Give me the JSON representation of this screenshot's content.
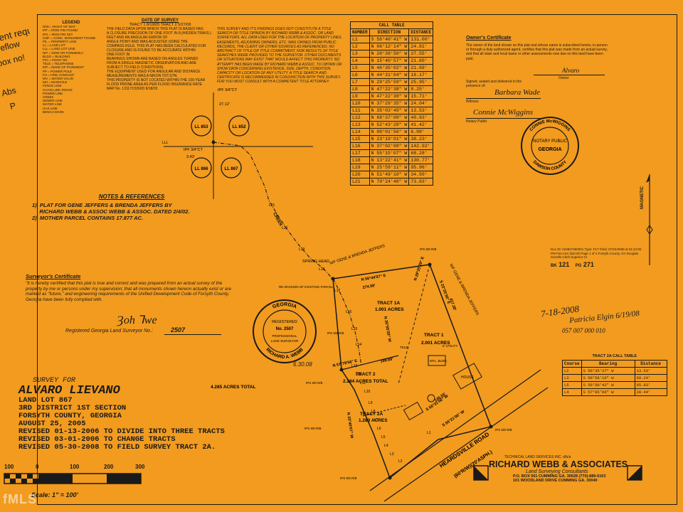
{
  "margin_text": {
    "left_top": "ent requ",
    "left_mid": "reflow",
    "left_box": "box no!",
    "left_abs": "Abs",
    "left_p": "P"
  },
  "legend": {
    "title": "LEGEND",
    "items": [
      "R/W = RIGHT OF WAY",
      "IPF = IRON PIN FOUND",
      "IPS = IRON PIN SET",
      "CMF = CONC. MONUMENT FOUND",
      "P/L = PROPERTY LINE",
      "LL = LAND LOT",
      "LLL = LAND LOT LINE",
      "N/F = NOW OR FORMERLY",
      "BLDG = BUILDING",
      "P/O = POINT ON",
      "TELE = TELEPHONE",
      "E/P = EDGE OF PAVEMENT",
      "PP = POWER POLE",
      "FH = FIRE HYDRANT",
      "WV = WATER VALVE",
      "MH = MANHOLE",
      "FENCE LINE",
      "CHAIN LINK FENCE",
      "POWER LINE",
      "CREEK",
      "SEWER LINE",
      "WATER LINE",
      "GAS LINE",
      "BENCH MARK"
    ]
  },
  "survey_notes": {
    "date_of_survey": "DATE OF SURVEY",
    "date_line": "TRACT 1  8/19/05  TRACT 2  5/27/08",
    "lines": [
      "THE FIELD DATA UPON WHICH THIS PLAT IS BASED HAS",
      "A CLOSURE PRECISION OF ONE FOOT IN 8,(HIDDEN TRAVS.)",
      "FEET AND AN ANGULAR ERROR OF",
      "ANGLE POINT AND WAS ADJUSTED USING THE",
      "COMPASS RULE. THIS PLAT HAS BEEN CALCULATED FOR",
      "CLOSURE AND IS FOUND TO BE ACCURATE WITHIN",
      "ONE FOOT IN",
      "BEARINGS SHOWN ARE BASED ON ANGLES TURNED",
      "FROM A SINGLE MAGNETIC OBSERVATION AND ARE",
      "SUBJECT TO FIELD CONDITIONS.",
      "THE EQUIPMENT USED FOR ANGULAR AND DISTANCE",
      "MEASUREMENTS WAS A NIKON TOT.STN.",
      "THIS PROPERTY IS NOT LOCATED WITHIN THE 100-YEAR",
      "FLOOD PRONE AREA AS PER FLOOD INSURANCE RATE",
      "MAP No. 13117C0260D  8/18/03"
    ]
  },
  "disclaimer": "THIS SURVEY AND IT'S FINDINGS DOES NOT CONSTITUTE A TITLE SEARCH OR TITLE OPINION BY RICHARD WEBB & ASSOC. OR LAND SURVEYORS. ALL DATA USED FOR THE LOCATION OF PROPERTY LINES, EASEMENTS, ADJOINING OWNERS, ETC. WAS OWNED FROM PUBLIC RECORDS, THE CLIENT OR OTHER SOURCES AS REFERENCED. NO ABSTRACT OF TITLE OR TITLE COMMITMENT, NOR RESULTS OF TITLE SEARCHES WERE PROVIDED TO THE SURVEYOR. OTHER DOCUMENTS OR SITUATIONS MAY EXIST THAT WOULD AFFECT THIS PROPERTY. NO ATTEMPT HAS BEEN MADE BY RICHARD WEBB & ASSOC. TO OBTAIN OR SHOW DATA CONCERNING EXISTENCE, SIZE, DEPTH, CONDITION, CAPACITY OR LOCATION OF ANY UTILITY. A TITLE SEARCH AND CERTIFICATE IS RECOMMENDED IN CONJUNCTION WITH THIS SURVEY. FOR YOU MUST CONSULT WITH A COMPETENT TITLE ATTORNEY.",
  "call_table": {
    "title": "CALL TABLE",
    "headers": [
      "NUMBER",
      "DIRECTION",
      "DISTANCE"
    ],
    "rows": [
      [
        "L1",
        "S 56°40'41\" W",
        "131.00'"
      ],
      [
        "L2",
        "N 06°12'14\" W",
        "24.81'"
      ],
      [
        "L3",
        "N 28°39'50\" W",
        "27.55'"
      ],
      [
        "L4",
        "N 15°40'57\" W",
        "21.60'"
      ],
      [
        "L5",
        "N 46°35'02\" W",
        "21.69'"
      ],
      [
        "L6",
        "N 44°31'04\" W",
        "16.17'"
      ],
      [
        "L7",
        "N 29°25'59\" W",
        "25.95'"
      ],
      [
        "L8",
        "N 47°22'38\" W",
        "8.25'"
      ],
      [
        "L9",
        "N 47°22'38\" W",
        "15.71'"
      ],
      [
        "L10",
        "N 37°29'35\" W",
        "24.04'"
      ],
      [
        "L11",
        "N 35°03'49\" W",
        "13.53'"
      ],
      [
        "L12",
        "N 68°37'00\" W",
        "40.93'"
      ],
      [
        "L13",
        "N 52°43'28\" W",
        "41.42'"
      ],
      [
        "L14",
        "N 08°01'56\" W",
        "6.08'"
      ],
      [
        "L15",
        "N 23°19'01\" W",
        "38.23'"
      ],
      [
        "L16",
        "N 37°02'08\" W",
        "142.92'"
      ],
      [
        "L17",
        "N 55°15'07\" W",
        "68.28'"
      ],
      [
        "L18",
        "N 13°22'41\" W",
        "130.77'"
      ],
      [
        "L19",
        "N 25°59'11\" W",
        "95.96'"
      ],
      [
        "L20",
        "N 51°49'10\" W",
        "34.50'"
      ],
      [
        "L21",
        "N 79°24'40\" W",
        "73.83'"
      ]
    ]
  },
  "owners_certificate": {
    "title": "Owner's Certificate",
    "text": "The owner of the land shown on this plat and whose name is subscribed hereto, in person or through a duly authorized agent, certifies that this plat was made from an actual survey, and that all state and local taxes or other assessments now due on this land have been paid.",
    "owner_label": "Owner",
    "signed_label": "Signed, sealed and delivered in the presence of:",
    "witness_label": "Witness",
    "notary_label": "Notary Public",
    "signature_owner": "Alvaro",
    "signature_witness": "Barbara Wade",
    "signature_notary": "Connie McWiggins",
    "notary_seal": [
      "CONNIE McWIGGINS",
      "NOTARY PUBLIC",
      "GEORGIA",
      "DAWSON COUNTY"
    ]
  },
  "land_lots": [
    "LL 853",
    "LL 852",
    "LL 866",
    "LL 867"
  ],
  "notes": {
    "title": "NOTES & REFERENCES",
    "items": [
      "1)  PLAT FOR GENE JEFFERS & BRENDA JEFFERS BY",
      "     RICHARD WEBB & ASSOC WEBB & ASSOC. DATED 2/4/02.",
      "2)  MOTHER PARCEL CONTAINS 17.877 AC."
    ]
  },
  "surveyor_certificate": {
    "title": "Surveyor's Certificate",
    "text": "\"It is hereby certified that this plat is true and correct and was prepared from an actual survey of the property by me or persons under my supervision; that all monuments shown hereon actually exist or are marked as \"future,\" and engineering requirements of the Unified Development Code of Forsyth County, Georgia have been fully complied with.",
    "reg_label": "Registered Georgia Land Surveyor No.:",
    "reg_no": "2507",
    "seal_lines": [
      "GEORGIA",
      "REGISTERED",
      "No. 2507",
      "PROFESSIONAL",
      "LAND SURVEYOR",
      "RICHARD A. WEBB"
    ],
    "seal_date": "6.30.08"
  },
  "map_labels": {
    "ipf1": "IPF 3/4\"CT",
    "ipf1_dist": "27.12'",
    "ipf2": "IPF 3/4\"CT",
    "ipf2_dist": "3.43'",
    "ll_line": "LLL",
    "creek": "CREEK",
    "spring_head": "SPRING HEAD",
    "nf1": "N/F GENE & BRENDA JEFFERS",
    "nf2": "N/F GENE & BRENDA JEFFERS",
    "re_division": "RE-DIVISION OF EXISTING PARCEL",
    "tract1a": "TRACT 1A",
    "tract1a_acres": "1.001 ACRES",
    "tract1": "TRACT 1",
    "tract1_acres": "2.001 ACRES",
    "tract2": "TRACT 2",
    "tract2_acres": "2.284 ACRES TOTAL",
    "tract2a": "TRACT 2A",
    "tract2a_acres": "1.283 ACRES",
    "total": "4.285 ACRES TOTAL",
    "b1": "N 56°44'07\" E",
    "b1_dist": "274.58'",
    "b2": "S 23°25'30\" E",
    "b2_dist": "417.38'",
    "b3": "N 57°78'56\" E",
    "b3_dist": "199.69'",
    "b4": "S 56°31'06\" W",
    "b4_dist": "145.55'",
    "b5": "S 56°21'06\" W",
    "b6": "N 35°55'20\" W",
    "b7": "N 29°25'20\" E",
    "b8": "N 33°40'07\" W",
    "road": "HEARDSVILLE ROAD",
    "road_rw": "(60'R/W)(20'ASPH.)",
    "ips1": "IPS 5/8 R/B",
    "ips2": "IPS 5/8 R/B",
    "ips3": "IPS 5/8 R/B",
    "ips4": "IPS 5/8 R/B",
    "ips5": "IPS 5/8 R/B",
    "ips6": "IPS 5/8 R/B",
    "mtl_bldg": "MTL. BLDG.",
    "house": "HOUSE",
    "tele": "TELE.",
    "utility": "5' UTILITY",
    "l_labels": [
      "L1",
      "L2",
      "L3",
      "L4",
      "L5",
      "L6",
      "L7",
      "L8",
      "L9",
      "L10",
      "L11",
      "L12",
      "L13",
      "L14",
      "L15",
      "L16",
      "L17",
      "L18",
      "L19",
      "L20",
      "L21"
    ]
  },
  "recording": {
    "stamp": "Doc ID: 010827360001 Type: PLT Filed: 07/22/2008 at 01:44:00 PM Fee Amt: $10.00 Page 1 of 1 Forsyth County, GA Douglas Sorrells Clerk Superior Ct",
    "bk_label": "BK",
    "bk": "121",
    "pg_label": "PG",
    "pg": "271",
    "approval_date": "7-18-2008",
    "approval_sig": "Patricia Elgin 6/19/08",
    "approval_marks": "057  007  000  010"
  },
  "tract2a_table": {
    "title": "TRACT 2A CALL TABLE",
    "headers": [
      "Course",
      "Bearing",
      "Distance"
    ],
    "rows": [
      [
        "L2",
        "S 56°35'37\" W",
        "13.53'"
      ],
      [
        "L3",
        "S 56°58'16\" W",
        "60.24'"
      ],
      [
        "L5",
        "S 56°50'42\" W",
        "65.93'"
      ],
      [
        "L4",
        "S 57°05'06\" W",
        "28.44'"
      ]
    ]
  },
  "magnetic": "MAGNETIC",
  "title_block": {
    "survey_for": "SURVEY FOR",
    "client": "ALVARO LIEVANO",
    "land_lot": "LAND LOT 867",
    "district": "3RD DISTRICT  1ST SECTION",
    "county": "FORSYTH COUNTY, GEORGIA",
    "date": "AUGUST 25, 2005",
    "revisions": [
      "REVISED 01-13-2006 TO DIVIDE INTO THREE TRACTS",
      "REVISED 03-01-2006 TO CHANGE TRACTS",
      "REVISED 05-30-2008 TO FIELD SURVEY TRACT 2A."
    ]
  },
  "scale": {
    "ticks": [
      "100",
      "0",
      "100",
      "200",
      "300"
    ],
    "label": "Scale: 1\" = 100'"
  },
  "company": {
    "tagline": "TECHNICAL LAND SERVICES INC. d/b/a",
    "name": "RICHARD WEBB & ASSOCIATES",
    "subtitle": "Land Surveying Consultants",
    "po_box": "P.O. BOX 561  CUMMING GA. 30028  (770)-889-6103",
    "street": "101 WOODLAND DRIVE  CUMMING GA. 30040"
  },
  "watermark": "fMLS"
}
